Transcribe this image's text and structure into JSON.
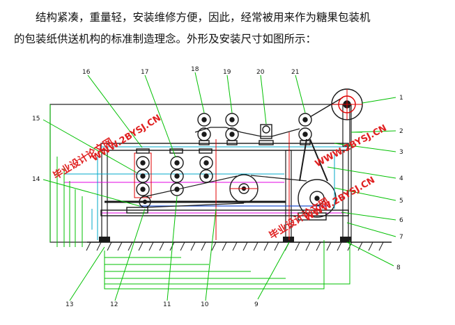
{
  "text": {
    "line1": "结构紧凑，重量轻，安装维修方便，因此，经常被用来作为糖果包装机",
    "line2": "的包装纸供送机构的标准制造理念。外形及安装尺寸如图所示："
  },
  "figure": {
    "callouts": [
      "1",
      "2",
      "3",
      "4",
      "5",
      "6",
      "7",
      "8",
      "9",
      "10",
      "11",
      "12",
      "13",
      "14",
      "15",
      "16",
      "17",
      "18",
      "19",
      "20",
      "21"
    ],
    "watermark": {
      "site": "WWW.2BYSJ.CN",
      "name": "毕业设计论文网"
    },
    "colors": {
      "frame": "#1a1a1a",
      "leader": "#00c000",
      "cyan": "#00a8c8",
      "magenta": "#e000e0",
      "blue": "#2050d0",
      "red": "#e00000",
      "watermark_red": "#e02020"
    }
  }
}
